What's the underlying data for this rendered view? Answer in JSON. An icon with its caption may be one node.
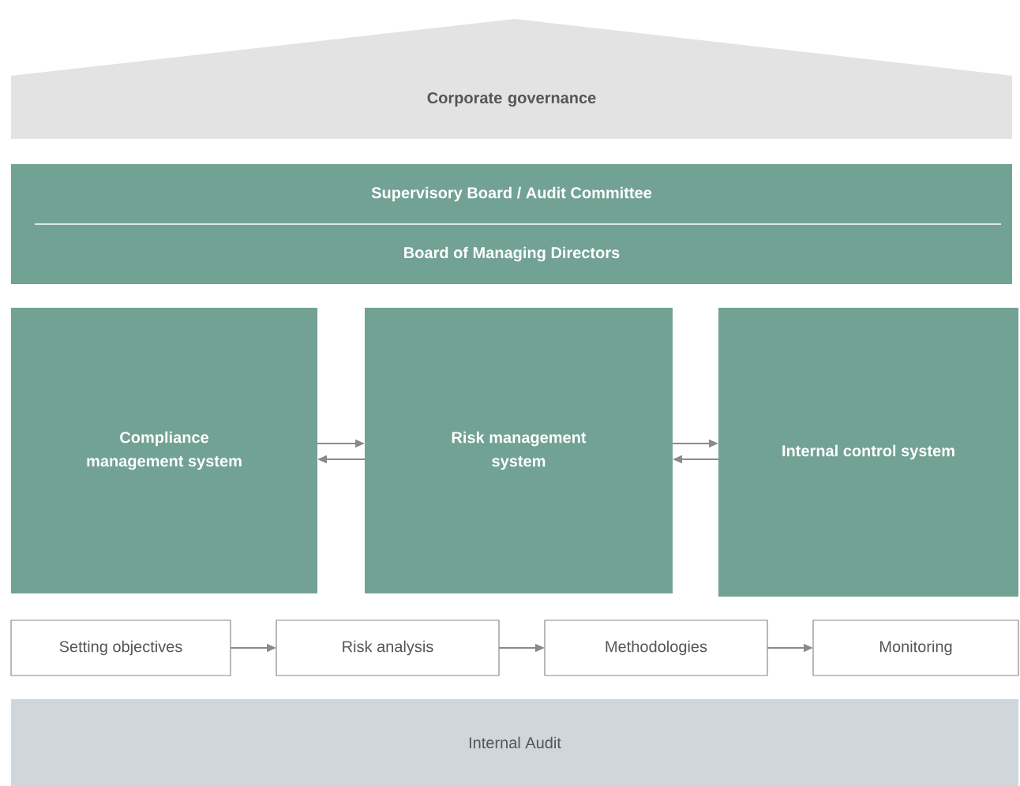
{
  "diagram": {
    "nodes": [
      {
        "text": [
          "Corporate governance"
        ]
      },
      {
        "text": [
          "Supervisory Board / Audit Committee",
          "Board of Managing Directors"
        ]
      },
      {
        "text": [
          "Compliance management system"
        ]
      },
      {
        "text": [
          "Risk management system"
        ]
      },
      {
        "text": [
          "Internal control system"
        ]
      },
      {
        "text": [
          "Setting objectives"
        ]
      },
      {
        "text": [
          "Risk analysis"
        ]
      },
      {
        "text": [
          "Methodologies"
        ]
      },
      {
        "text": [
          "Monitoring"
        ]
      },
      {
        "text": [
          "Internal Audit"
        ]
      }
    ],
    "edges": [
      {
        "from": 2,
        "to": 3,
        "arrow": "to"
      },
      {
        "from": 3,
        "to": 2,
        "arrow": "to"
      },
      {
        "from": 3,
        "to": 4,
        "arrow": "to"
      },
      {
        "from": 4,
        "to": 3,
        "arrow": "to"
      },
      {
        "from": 5,
        "to": 6,
        "arrow": "to"
      },
      {
        "from": 6,
        "to": 7,
        "arrow": "to"
      },
      {
        "from": 7,
        "to": 8,
        "arrow": "to"
      }
    ]
  }
}
